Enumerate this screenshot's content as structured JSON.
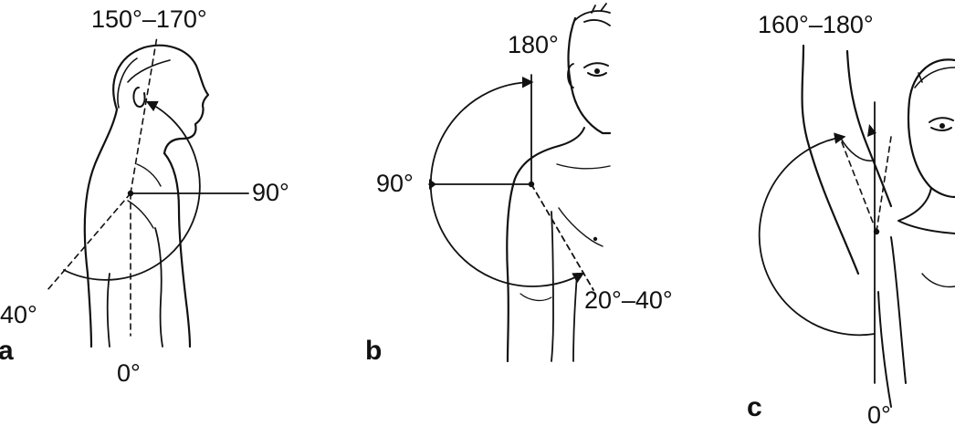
{
  "panels": [
    {
      "letter": "a",
      "labels": {
        "top": "150°–170°",
        "right": "90°",
        "lower_left": "40°",
        "bottom": "0°"
      }
    },
    {
      "letter": "b",
      "labels": {
        "top": "180°",
        "left": "90°",
        "lower_right": "20°–40°"
      }
    },
    {
      "letter": "c",
      "labels": {
        "top": "160°–180°",
        "bottom": "0°"
      }
    }
  ],
  "colors": {
    "ink": "#111111",
    "paper": "#ffffff"
  }
}
